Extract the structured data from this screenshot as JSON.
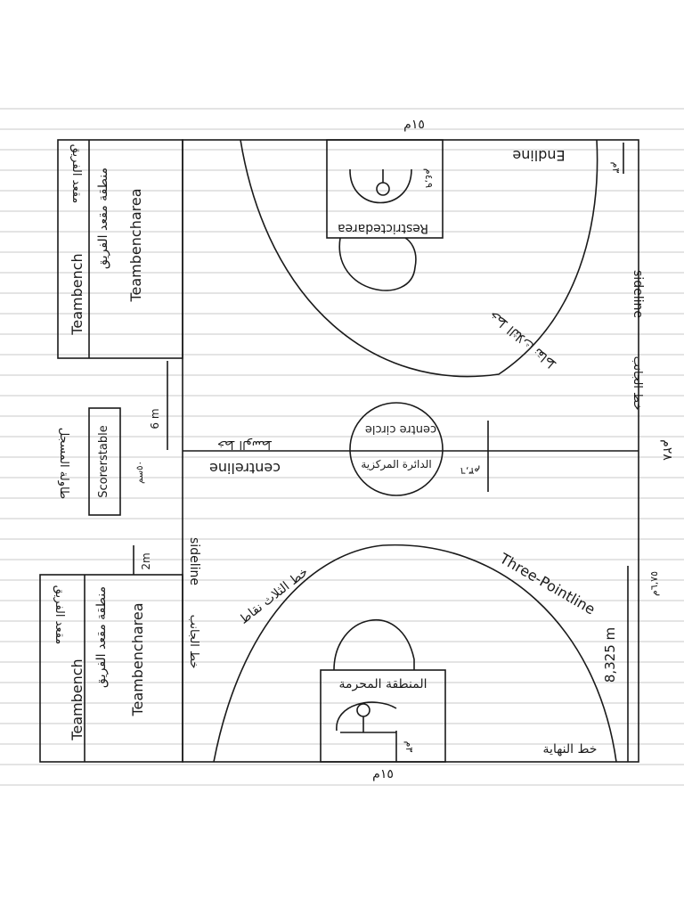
{
  "colors": {
    "paper": "#ffffff",
    "rule_line": "#c8c8c8",
    "ink": "#1a1a1a"
  },
  "labels": {
    "width_top": "١٥م",
    "width_bottom": "١٥م",
    "length_right": "٢٨م",
    "endline_top": "Endline",
    "endline_bottom_ar": "خط النهاية",
    "dist_endline_top": "٣م",
    "dist_endline_bottom": "٣م",
    "sideline_right_en": "sideline",
    "sideline_right_ar": "خط الجانب",
    "sideline_left_en": "sideline",
    "sideline_left_ar": "خط الجانب",
    "restricted_en": "Restrictedarea",
    "restricted_ar": "المنطقة المحرمة",
    "restricted_width": "٤,٩م",
    "three_point_en": "Three-Pointline",
    "three_point_ar_top": "خط الثلاث نقاط",
    "three_point_ar_bottom": "خط الثلاث نقاط",
    "three_point_distance": "8,325 m",
    "three_point_side": "٦,٧٥م",
    "center_circle_en": "centre circle",
    "center_circle_ar": "الدائرة المركزية",
    "center_circle_radius": "٣,٦م",
    "center_line_en": "centreline",
    "center_line_ar": "خط الوسط",
    "scorers_table_en": "Scorerstable",
    "scorers_table_ar": "طاولة المسجل",
    "dist_scorers_top": "6 m",
    "dist_scorers_bottom": "2m",
    "dist_scorers_side": "٥٠سم",
    "team_bench_top_en": "Teambench",
    "team_bench_top_ar": "مقعد الفريق",
    "team_bench_area_top_ar": "منطقة مقعد الفريق",
    "team_bench_area_top_en": "Teambencharea",
    "team_bench_bottom_en": "Teambench",
    "team_bench_bottom_ar": "مقعد الفريق",
    "team_bench_area_bottom_ar": "منطقة مقعد الفريق",
    "team_bench_area_bottom_en": "Teambencharea"
  }
}
